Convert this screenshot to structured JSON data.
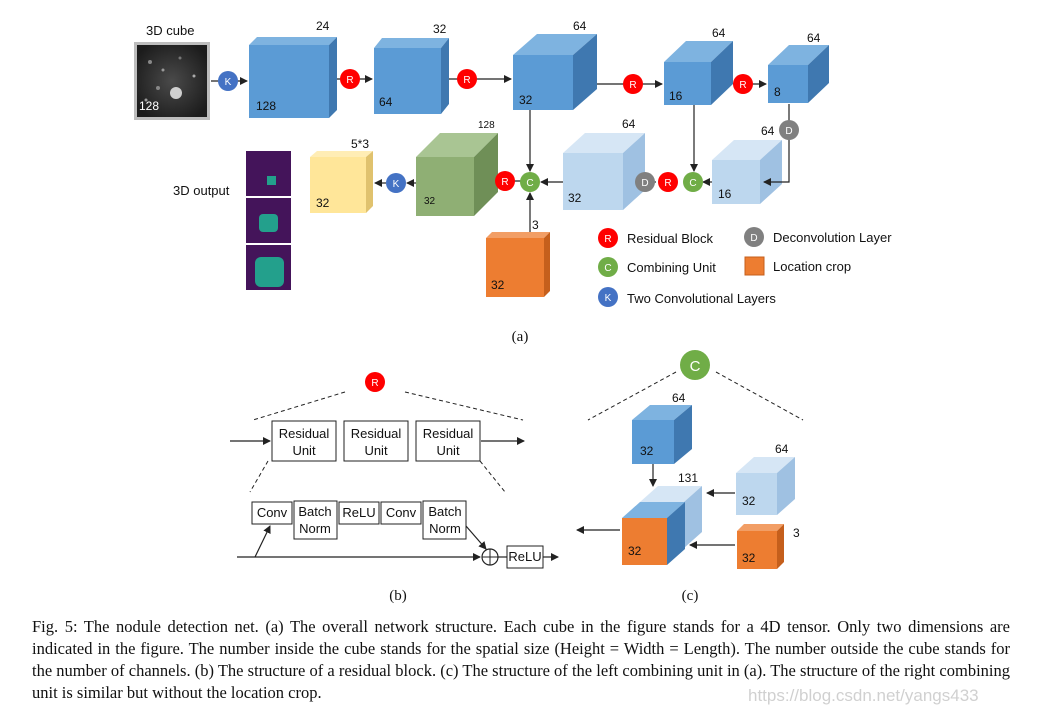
{
  "colors": {
    "blue_dark": "#5b9bd5",
    "blue_light": "#bdd7ee",
    "green_cube": "#8faf74",
    "yellow_cube": "#ffe699",
    "orange_cube": "#ed7d31",
    "residual": "#ff0000",
    "combining": "#70ad47",
    "two_conv": "#4472c4",
    "deconv": "#808080"
  },
  "panel_a": {
    "input_label": "3D cube",
    "input_size": "128",
    "output_label": "3D output",
    "cubes": [
      {
        "id": "c1",
        "inside": "128",
        "channels": "24"
      },
      {
        "id": "c2",
        "inside": "64",
        "channels": "32"
      },
      {
        "id": "c3",
        "inside": "32",
        "channels": "64"
      },
      {
        "id": "c4",
        "inside": "16",
        "channels": "64"
      },
      {
        "id": "c5",
        "inside": "8",
        "channels": "64"
      },
      {
        "id": "c6",
        "inside": "16",
        "channels": ""
      },
      {
        "id": "c7",
        "inside": "32",
        "channels": "64"
      },
      {
        "id": "c8",
        "inside": "32",
        "channels": "128"
      },
      {
        "id": "c9",
        "inside": "32",
        "channels": "5*3"
      },
      {
        "id": "c10",
        "inside": "32",
        "channels": "3"
      }
    ],
    "deconv_channels": "64",
    "circles": {
      "R": "R",
      "C": "C",
      "K": "K",
      "D": "D"
    },
    "legend": [
      {
        "symbol": "R",
        "label": "Residual Block"
      },
      {
        "symbol": "C",
        "label": "Combining Unit"
      },
      {
        "symbol": "K",
        "label": "Two Convolutional Layers"
      },
      {
        "symbol": "D",
        "label": "Deconvolution Layer"
      },
      {
        "symbol": "square",
        "label": "Location crop"
      }
    ],
    "sublabel": "(a)"
  },
  "panel_b": {
    "title_symbol": "R",
    "residual_units": [
      [
        "Residual",
        "Unit"
      ],
      [
        "Residual",
        "Unit"
      ],
      [
        "Residual",
        "Unit"
      ]
    ],
    "layers": [
      [
        "Conv"
      ],
      [
        "Batch",
        "Norm"
      ],
      [
        "ReLU"
      ],
      [
        "Conv"
      ],
      [
        "Batch",
        "Norm"
      ]
    ],
    "final_relu": "ReLU",
    "sublabel": "(b)"
  },
  "panel_c": {
    "title_symbol": "C",
    "top_cube": {
      "inside": "32",
      "channels": "64"
    },
    "right_cube": {
      "inside": "32",
      "channels": "64"
    },
    "concat_channels": "131",
    "concat_inside": "32",
    "crop_cube": {
      "inside": "32",
      "channels": "3"
    },
    "sublabel": "(c)"
  },
  "caption": "Fig. 5: The nodule detection net. (a) The overall network structure. Each cube in the figure stands for a 4D tensor. Only two dimensions are indicated in the figure. The number inside the cube stands for the spatial size (Height = Width = Length). The number outside the cube stands for the number of channels. (b) The structure of a residual block. (c) The structure of the left combining unit in (a). The structure of the right combining unit is similar but without the location crop.",
  "watermark": "https://blog.csdn.net/yangs433"
}
